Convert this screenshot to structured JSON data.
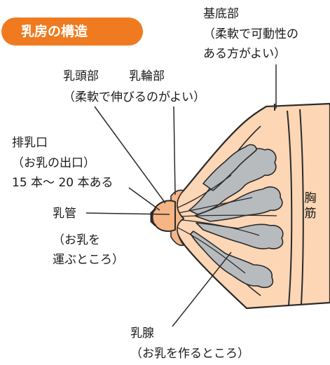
{
  "title": "乳房の構造",
  "labels": {
    "base": {
      "name": "基底部",
      "note_line1": "（柔軟で可動性の",
      "note_line2": "ある方がよい）"
    },
    "nipple": {
      "name1": "乳頭部",
      "name2": "乳輪部",
      "note": "（柔軟で伸びるのがよい）"
    },
    "outlet": {
      "name": "排乳口",
      "note_line1": "（お乳の出口）",
      "note_line2": "15 本～ 20 本ある"
    },
    "duct": {
      "name": "乳管",
      "note_line1": "（お乳を",
      "note_line2": "運ぶところ）"
    },
    "gland": {
      "name": "乳腺",
      "note": "（お乳を作るところ）"
    },
    "muscle": {
      "char1": "胸",
      "char2": "筋"
    }
  },
  "colors": {
    "title_bg": "#f07a1f",
    "skin": "#fcd6b5",
    "areola": "#f5b585",
    "gland": "#b8bbbe",
    "outline": "#2a2a2a"
  }
}
